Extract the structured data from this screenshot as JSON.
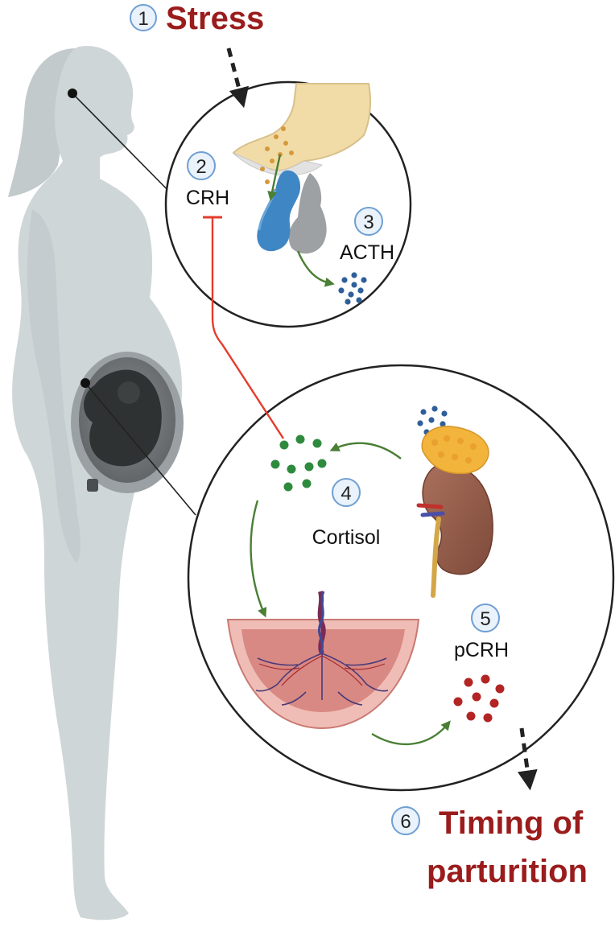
{
  "steps": [
    {
      "number": "1",
      "label": "Stress"
    },
    {
      "number": "2",
      "label": "CRH"
    },
    {
      "number": "3",
      "label": "ACTH"
    },
    {
      "number": "4",
      "label": "Cortisol"
    },
    {
      "number": "5",
      "label": "pCRH"
    },
    {
      "number": "6",
      "label_line1": "Timing of",
      "label_line2": "parturition"
    }
  ],
  "colors": {
    "title_red": "#9b1c1c",
    "feedback_line": "#e53b2c",
    "arrow_green": "#4a7f35",
    "acth_dots": "#2f5f9a",
    "cortisol_dots": "#2e8b3e",
    "pcrh_dots": "#b32424",
    "silhouette": "#cfd6d8"
  }
}
